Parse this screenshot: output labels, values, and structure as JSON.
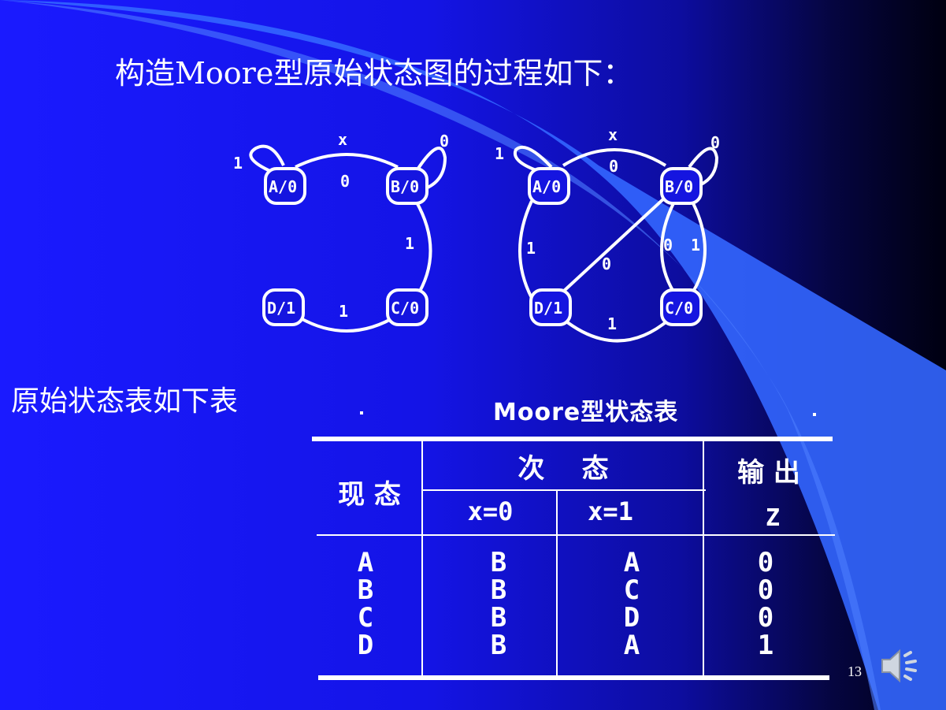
{
  "slide": {
    "title": "构造Moore型原始状态图的过程如下：",
    "subtitle": "原始状态表如下表",
    "page_number": "13"
  },
  "diagram_left": {
    "input_label": "x",
    "nodes": [
      "A/0",
      "B/0",
      "C/0",
      "D/1"
    ],
    "edge_labels": {
      "a_self": "1",
      "b_self": "0",
      "a_to_b": "0",
      "b_to_c": "1",
      "c_to_d": "1"
    }
  },
  "diagram_right": {
    "input_label": "x",
    "nodes": [
      "A/0",
      "B/0",
      "C/0",
      "D/1"
    ],
    "edge_labels": {
      "a_self": "1",
      "b_self": "0",
      "a_to_b": "0",
      "a_d": "1",
      "d_to_b": "0",
      "b_c_0": "0",
      "b_c_1": "1",
      "d_c": "1"
    }
  },
  "table": {
    "caption": "Moore型状态表",
    "header_present": "现 态",
    "header_next": "次    态",
    "header_output": "输 出",
    "sub_x0": "x=0",
    "sub_x1": "x=1",
    "sub_z": "Z",
    "rows": [
      {
        "state": "A",
        "x0": "B",
        "x1": "A",
        "z": "0"
      },
      {
        "state": "B",
        "x0": "B",
        "x1": "C",
        "z": "0"
      },
      {
        "state": "C",
        "x0": "B",
        "x1": "D",
        "z": "0"
      },
      {
        "state": "D",
        "x0": "B",
        "x1": "A",
        "z": "1"
      }
    ]
  },
  "colors": {
    "background_left": "#1a1aff",
    "background_right": "#000010",
    "swoosh": "#3366ff",
    "foreground": "#ffffff"
  },
  "icons": [
    "speaker-icon"
  ]
}
